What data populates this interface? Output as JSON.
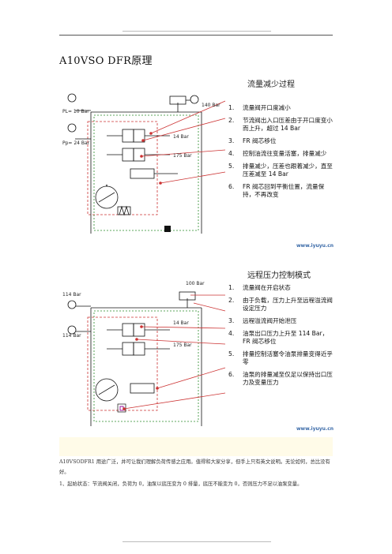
{
  "document": {
    "title": "A10VSO DFR原理"
  },
  "panel_flow": {
    "heading": "流量减少过程",
    "labels": {
      "pl": "PL= 10 Bar",
      "pp": "Pp= 24 Bar",
      "p140": "140 Bar",
      "p14": "14 Bar",
      "p175": "175 Bar"
    },
    "steps": [
      {
        "num": "1.",
        "text": "流量阀开口度减小"
      },
      {
        "num": "2.",
        "text": "节流阀出入口压差由于开口度变小而上升，超过 14 Bar"
      },
      {
        "num": "3.",
        "text": "FR 阀芯移位"
      },
      {
        "num": "4.",
        "text": "控制油流往变量活塞，排量减少"
      },
      {
        "num": "5.",
        "text": "排量减少，压差也跟着减少，直至压差减至 14 Bar"
      },
      {
        "num": "6.",
        "text": "FR 阀芯回到平衡位置，流量保持，不再改变"
      }
    ],
    "watermark": "www.iyuyu.cn"
  },
  "panel_pressure": {
    "heading": "远程压力控制模式",
    "labels": {
      "top_left": "114 Bar",
      "mid_left": "114 Bar",
      "p100": "100 Bar",
      "p14": "14 Bar",
      "p175": "175 Bar"
    },
    "steps": [
      {
        "num": "1.",
        "text": "流量阀在开启状态"
      },
      {
        "num": "2.",
        "text": "由于负载，压力上升至远程溢流阀设定压力"
      },
      {
        "num": "3.",
        "text": "远程溢流阀开始泄压"
      },
      {
        "num": "4.",
        "text": "油泵出口压力上升至 114 Bar，FR 阀芯移位"
      },
      {
        "num": "5.",
        "text": "排量控制活塞令油泵排量变得近乎零"
      },
      {
        "num": "6.",
        "text": "油泵的排量减至仅足以保持出口压力及变量压力"
      }
    ],
    "watermark": "www.iyuyu.cn"
  },
  "caption": {
    "para1": "A10VSODFR1 用途广泛，并可让我们理解负荷传感之应用。值得和大家分享，但手上只有英文说明。无论如何，总比没有好。",
    "para2": "1、起始状态：节流阀关闭，负荷为 0，油泵以底压变为 0 排量，底压不能变为 0，否则压力不足以油泵变量。"
  }
}
